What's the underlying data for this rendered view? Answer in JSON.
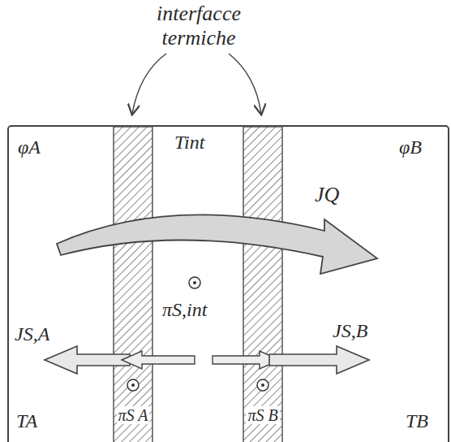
{
  "diagram": {
    "nodes": [
      {
        "text": [
          "φA",
          "Tint",
          "φB",
          "TA",
          "TB"
        ]
      },
      {
        "text": [
          "πS A"
        ],
        "in": 0
      },
      {
        "text": [
          "πS B"
        ],
        "in": 0
      }
    ],
    "labels": [
      "interfacce termiche",
      "JQ",
      "πS,int",
      "JS,A",
      "JS,B"
    ]
  }
}
